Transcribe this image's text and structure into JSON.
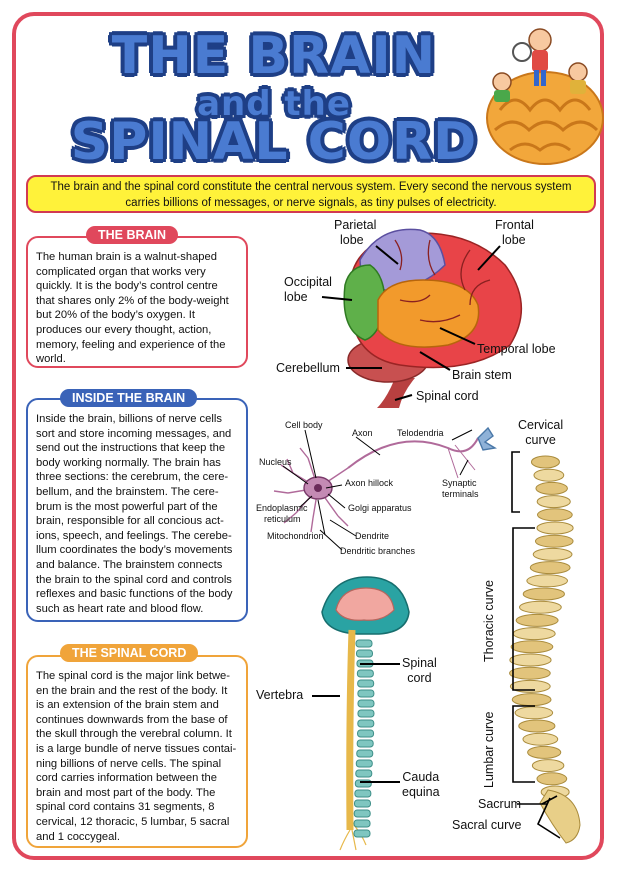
{
  "title": {
    "line1": "THE BRAIN",
    "line2": "and the",
    "line3": "SPINAL CORD"
  },
  "intro": "The brain and the spinal cord constitute the central nervous system. Every second the nervous system carries billions of messages, or nerve signals, as tiny pulses of electricity.",
  "sections": {
    "brain": {
      "heading": "THE BRAIN",
      "text": "The human brain is a walnut-shaped complicated organ that works very quickly. It is the body’s control centre that shares only 2% of the body-weight but 20% of the body’s oxygen. It produces our every thought, action, memory, feeling and experience of the world."
    },
    "inside": {
      "heading": "INSIDE THE BRAIN",
      "text": "Inside the brain, billions of nerve cells sort and store incoming messages, and send out the instructions that keep the body working normally. The brain has three sections: the cerebrum, the cere-bellum, and the brainstem. The cere-brum is the most powerful part of the brain, responsible for all concious act-ions, speech, and feelings. The cerebe-llum coordinates the body’s movements and balance. The brainstem connects the brain to the spinal cord and controls reflexes and basic functions of the body such as heart rate and blood flow."
    },
    "spinal": {
      "heading": "THE SPINAL CORD",
      "text": "The spinal cord is the major link betwe-en the brain and the rest of the body. It is an extension of the brain stem and continues downwards from the base of the skull through the verebral column. It is a large bundle of nerve tissues contai-ning billions of nerve cells. The spinal cord carries information between the brain and most part of the body. The spinal cord contains 31 segments, 8 cervical, 12 thoracic, 5 lumbar, 5 sacral and 1 coccygeal."
    }
  },
  "brain_labels": {
    "parietal_1": "Parietal",
    "parietal_2": "lobe",
    "frontal_1": "Frontal",
    "frontal_2": "lobe",
    "occipital_1": "Occipital",
    "occipital_2": "lobe",
    "temporal": "Temporal lobe",
    "cerebellum": "Cerebellum",
    "brain_stem": "Brain stem",
    "spinal_cord": "Spinal cord"
  },
  "neuron_labels": {
    "cell_body": "Cell body",
    "axon": "Axon",
    "telodendria": "Telodendria",
    "nucleus": "Nucleus",
    "axon_hillock": "Axon hillock",
    "synaptic_1": "Synaptic",
    "synaptic_2": "terminals",
    "golgi": "Golgi apparatus",
    "endoplasmic_1": "Endoplasmic",
    "endoplasmic_2": "reticulum",
    "mitochondrion": "Mitochondrion",
    "dendrite": "Dendrite",
    "dendritic_branches": "Dendritic branches"
  },
  "cord_labels": {
    "spinal_1": "Spinal",
    "spinal_2": "cord",
    "vertebra": "Vertebra",
    "cauda_1": "Cauda",
    "cauda_2": "equina"
  },
  "spine_labels": {
    "cervical_1": "Cervical",
    "cervical_2": "curve",
    "thoracic": "Thoracic curve",
    "lumbar": "Lumbar curve",
    "sacrum": "Sacrum",
    "sacral": "Sacral curve"
  },
  "colors": {
    "frame": "#e0485c",
    "title": "#4a7bd1",
    "intro_bg": "#fff23a",
    "inside": "#3a63b8",
    "spinal": "#f0a43a"
  }
}
